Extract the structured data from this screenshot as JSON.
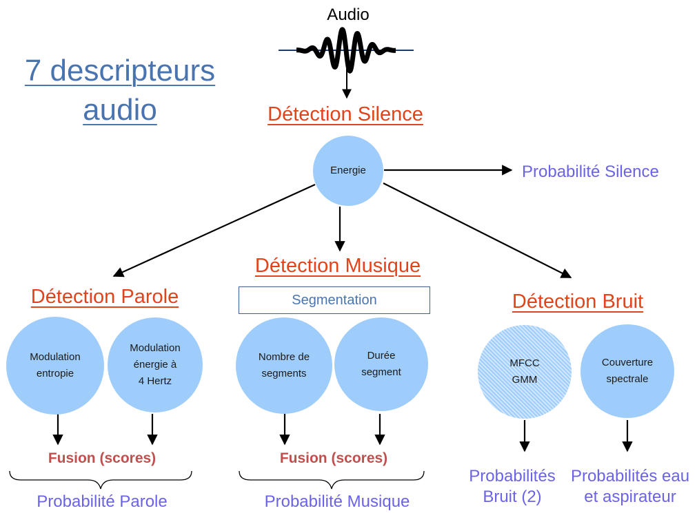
{
  "title": {
    "line1": "7 descripteurs",
    "line2": "audio"
  },
  "audio": {
    "label": "Audio"
  },
  "silence": {
    "title": "Détection Silence",
    "node": "Energie",
    "output": "Probabilité Silence"
  },
  "parole": {
    "title": "Détection Parole",
    "nodes": [
      {
        "lines": [
          "Modulation",
          "entropie"
        ]
      },
      {
        "lines": [
          "Modulation",
          "énergie à",
          "4 Hertz"
        ]
      }
    ],
    "fusion": "Fusion (scores)",
    "output": "Probabilité Parole"
  },
  "musique": {
    "title": "Détection Musique",
    "segmentation": "Segmentation",
    "nodes": [
      {
        "lines": [
          "Nombre de",
          "segments"
        ]
      },
      {
        "lines": [
          "Durée",
          "segment"
        ]
      }
    ],
    "fusion": "Fusion (scores)",
    "output": "Probabilité Musique"
  },
  "bruit": {
    "title": "Détection Bruit",
    "nodes": [
      {
        "lines": [
          "MFCC",
          "GMM"
        ]
      },
      {
        "lines": [
          "Couverture",
          "spectrale"
        ]
      }
    ],
    "outputs": [
      {
        "lines": [
          "Probabilités",
          "Bruit (2)"
        ]
      },
      {
        "lines": [
          "Probabilités eau",
          "et aspirateur"
        ]
      }
    ]
  },
  "colors": {
    "section_title": "#e1431b",
    "probability": "#6b63e6",
    "fusion": "#c0504d",
    "node_fill": "#9fcdfb",
    "main_title": "#4a74b0"
  }
}
